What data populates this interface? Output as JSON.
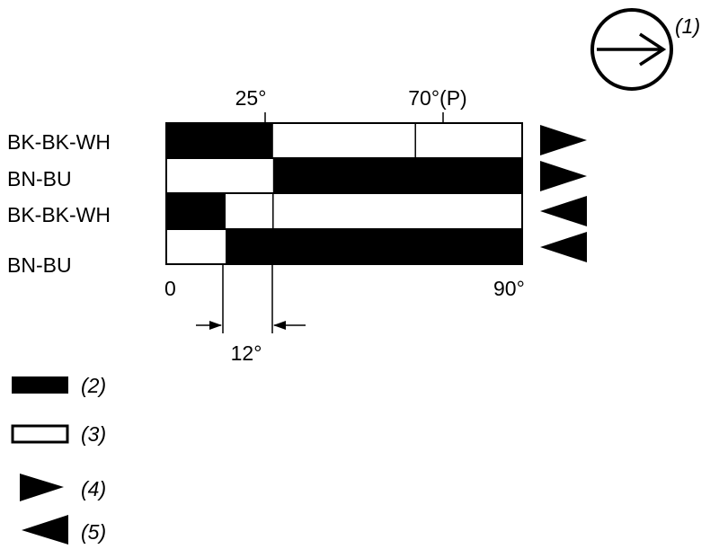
{
  "chart_data": {
    "type": "timing-diagram",
    "x_range": [
      0,
      90
    ],
    "x_unit": "°",
    "axis_labels": {
      "start": "0",
      "end": "90°"
    },
    "top_markers": [
      {
        "value": 25,
        "label": "25°"
      },
      {
        "value": 70,
        "label": "70°(P)"
      }
    ],
    "dimension": {
      "from": 15,
      "to": 25,
      "label": "12°"
    },
    "rows": [
      {
        "label": "BK-BK-WH",
        "black": [
          [
            0,
            27
          ]
        ],
        "divider": 63,
        "direction": "right"
      },
      {
        "label": "BN-BU",
        "black": [
          [
            27,
            90
          ]
        ],
        "direction": "right"
      },
      {
        "label": "BK-BK-WH",
        "black": [
          [
            0,
            15
          ]
        ],
        "divider": 27,
        "direction": "left"
      },
      {
        "label": "BN-BU",
        "black": [
          [
            15,
            90
          ]
        ],
        "direction": "left"
      }
    ]
  },
  "rotation_symbol": {
    "label": "(1)",
    "icon": "rotation-arrow-icon"
  },
  "legend": [
    {
      "key": "black-bar",
      "label": "(2)"
    },
    {
      "key": "white-bar",
      "label": "(3)"
    },
    {
      "key": "right-triangle",
      "label": "(4)"
    },
    {
      "key": "left-triangle",
      "label": "(5)"
    }
  ],
  "colors": {
    "ink": "#000000",
    "paper": "#ffffff"
  }
}
